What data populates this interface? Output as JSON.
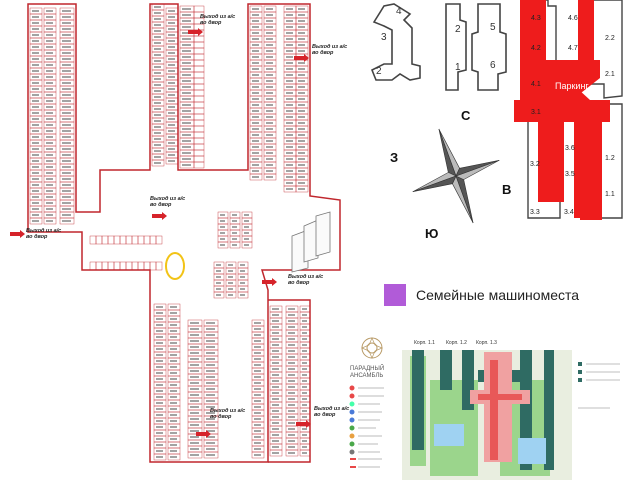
{
  "parking_plan": {
    "exits": [
      {
        "label1": "Выход из а/с",
        "label2": "во двор",
        "pos": "top-mid"
      },
      {
        "label1": "Выход из а/с",
        "label2": "во двор",
        "pos": "top-right"
      },
      {
        "label1": "Выход из а/с",
        "label2": "во двор",
        "pos": "mid-left"
      },
      {
        "label1": "Выход из а/с",
        "label2": "во двор",
        "pos": "far-left"
      },
      {
        "label1": "Выход из а/с",
        "label2": "во двор",
        "pos": "mid-right"
      },
      {
        "label1": "Выход из а/с",
        "label2": "во двор",
        "pos": "bottom-mid"
      },
      {
        "label1": "Выход из а/с",
        "label2": "во двор",
        "pos": "bottom-right"
      }
    ]
  },
  "sections_outline": {
    "labels": [
      "4",
      "3",
      "2",
      "1",
      "5",
      "6",
      "2"
    ]
  },
  "parking_map": {
    "title": "Паркинг",
    "labels": [
      "4.3",
      "4.6",
      "4.7",
      "4.2",
      "4.1",
      "2.2",
      "2.1",
      "3.1",
      "3.6",
      "3.2",
      "3.5",
      "3.3",
      "3.4",
      "1.2",
      "1.1"
    ],
    "highlight_color": "#ee1c1c"
  },
  "compass": {
    "n": "С",
    "s": "Ю",
    "w": "З",
    "e": "В"
  },
  "legend": {
    "label": "Семейные машиноместа",
    "color": "#b15bd8"
  },
  "ensemble": {
    "brand_line1": "ПАРАДНЫЙ",
    "brand_line2": "АНСАМБЛЬ",
    "corp_labels": [
      "Корп. 1.1",
      "Корп. 1.2",
      "Корп. 1.3"
    ]
  },
  "colors": {
    "wall": "#c0272d",
    "slot_text": "#333333",
    "accent_purple": "#b15bd8",
    "exit_red": "#d6232a"
  }
}
